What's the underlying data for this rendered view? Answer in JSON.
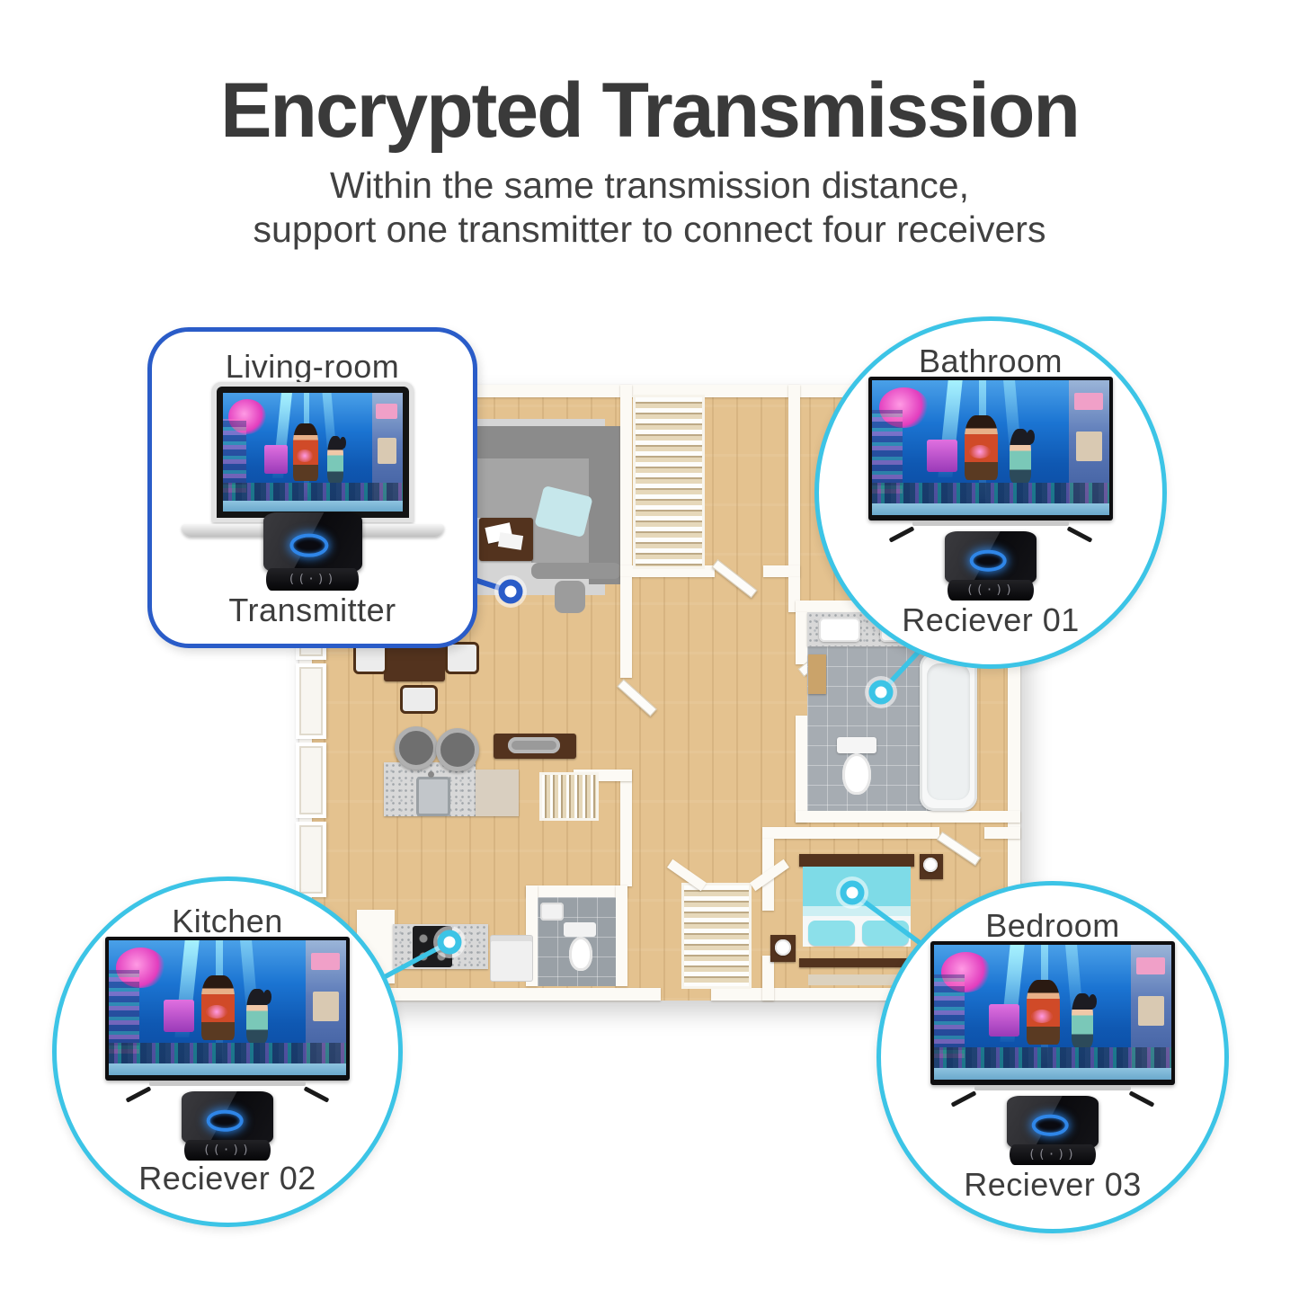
{
  "header": {
    "title": "Encrypted Transmission",
    "subtitle1": "Within the same transmission distance,",
    "subtitle2": "support one transmitter to connect four receivers"
  },
  "callouts": {
    "living_room": {
      "room": "Living-room",
      "device_label": "Transmitter"
    },
    "bathroom": {
      "room": "Bathroom",
      "device_label": "Reciever 01"
    },
    "kitchen": {
      "room": "Kitchen",
      "device_label": "Reciever 02"
    },
    "bedroom": {
      "room": "Bedroom",
      "device_label": "Reciever 03"
    }
  },
  "device": {
    "wifi_glyph": "((·))"
  },
  "colors": {
    "transmitter_callout_blue": "#2a5cc8",
    "receiver_callout_cyan": "#3cc4e6",
    "device_ring_blue": "#2f86e8",
    "title_text": "#3a3a3a",
    "floor_wood": "#e4c28f",
    "bed_teal": "#7edbe7"
  }
}
